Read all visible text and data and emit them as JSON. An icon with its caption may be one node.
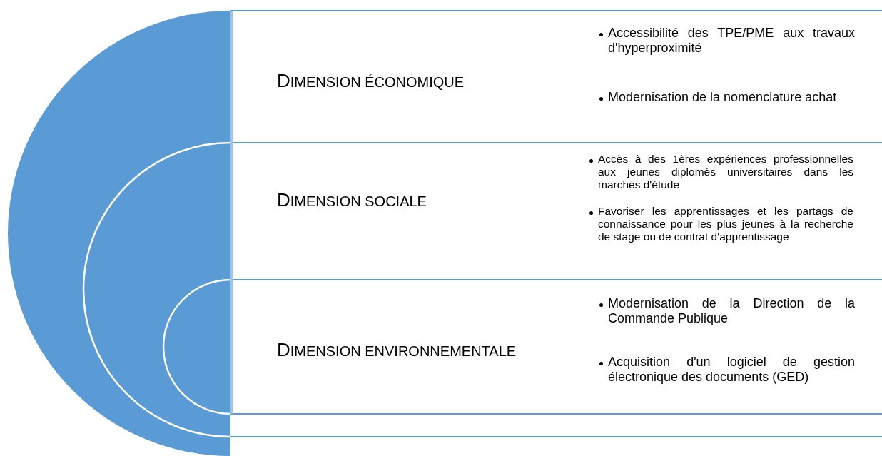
{
  "diagram": {
    "nodes": [
      {
        "text": [
          "DIMENSION ÉCONOMIQUE",
          "Accessibilité des TPE/PME aux travaux d'hyperproximité",
          "Modernisation de la nomenclature achat"
        ]
      },
      {
        "text": [
          "DIMENSION SOCIALE",
          "Accès à des 1ères expériences professionnelles aux jeunes diplomés universitaires  dans les marchés d'étude",
          "Favoriser les apprentissages et les partags de connaissance pour les plus jeunes à la recherche de stage ou de contrat d'apprentissage"
        ]
      },
      {
        "text": [
          "DIMENSION ENVIRONNEMENTALE",
          "Modernisation de la Direction de la Commande Publique",
          "Acquisition d'un logiciel de gestion électronique des documents (GED)"
        ]
      }
    ]
  }
}
